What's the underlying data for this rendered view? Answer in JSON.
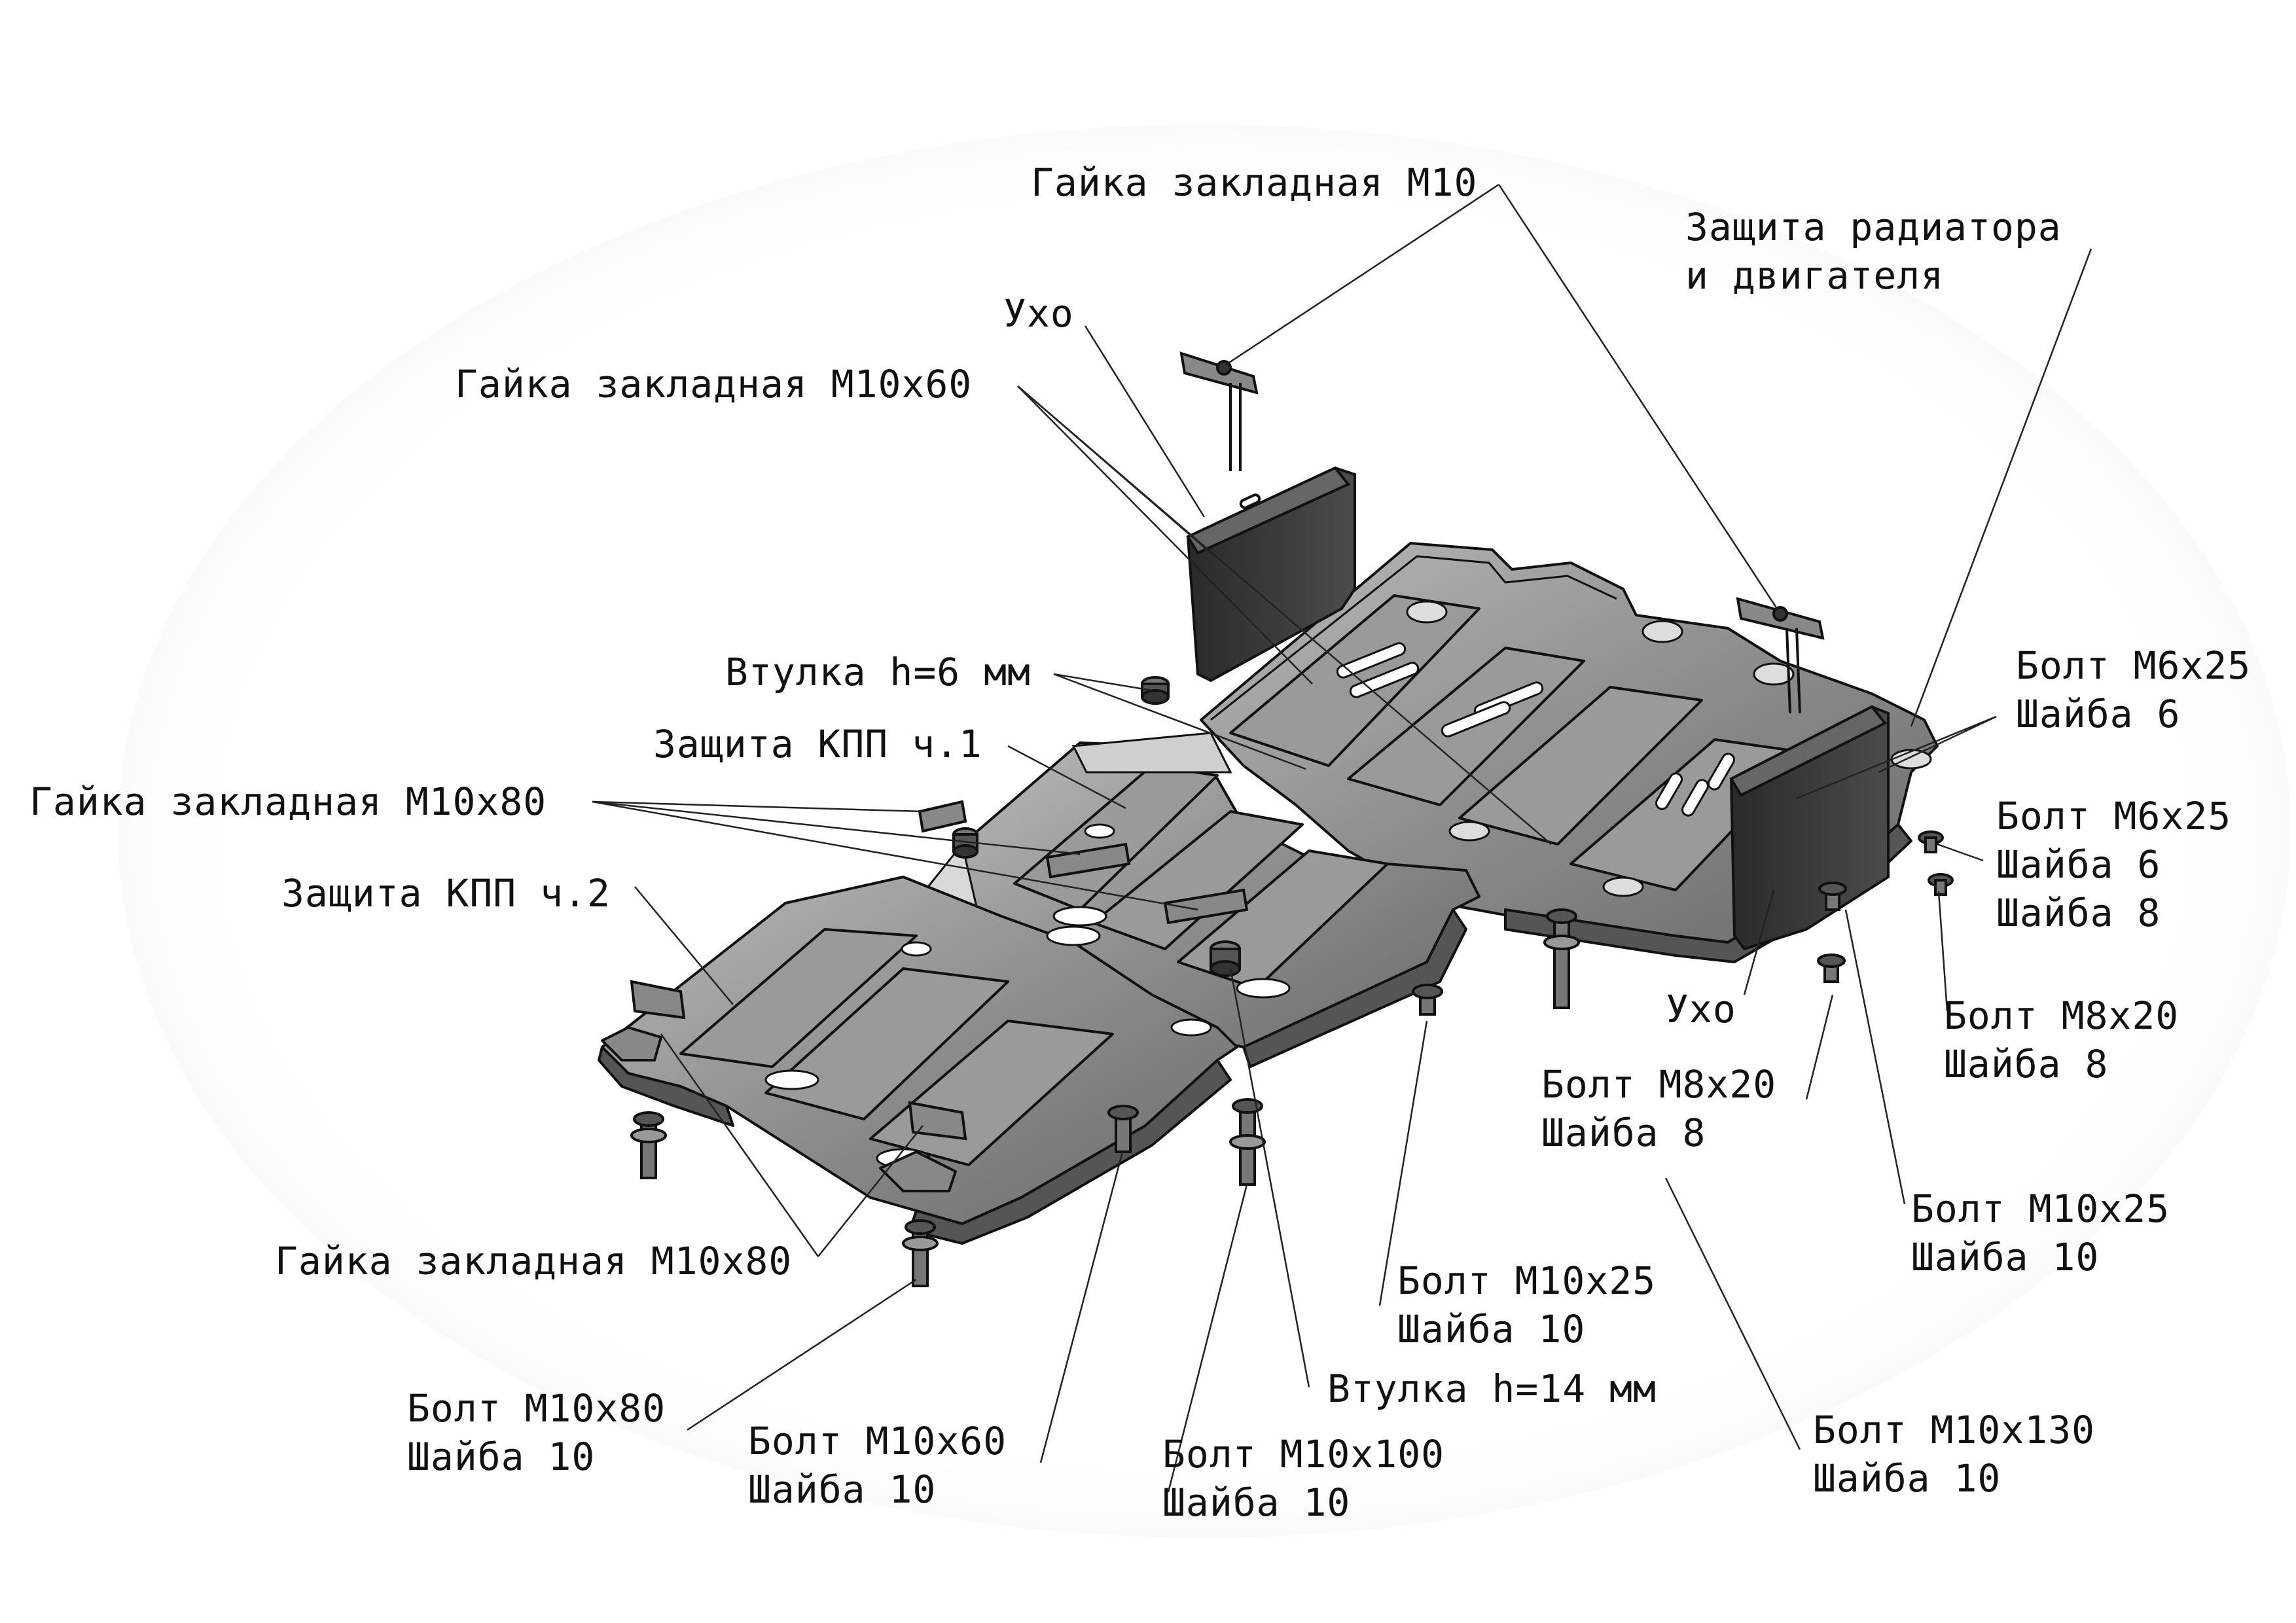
{
  "labels": {
    "embed_nut_m10": "Гайка закладная М10",
    "radiator_guard_1": "Защита радиатора",
    "radiator_guard_2": "и двигателя",
    "ear_top": "Ухо",
    "embed_nut_m10x60": "Гайка закладная М10х60",
    "bushing_6": "Втулка h=6 мм",
    "kpp_guard_1": "Защита КПП ч.1",
    "embed_nut_m10x80_top": "Гайка закладная М10х80",
    "kpp_guard_2": "Защита КПП ч.2",
    "bolt_m6x25_a": "Болт М6х25",
    "washer_6_a": "Шайба 6",
    "bolt_m6x25_b": "Болт М6х25",
    "washer_6_b": "Шайба 6",
    "washer_8_b": "Шайба 8",
    "bolt_m8x20_right": "Болт М8х20",
    "washer_8_right": "Шайба 8",
    "ear_bottom": "Ухо",
    "bolt_m8x20_mid": "Болт М8х20",
    "washer_8_mid": "Шайба 8",
    "bolt_m10x25_right": "Болт М10х25",
    "washer_10_right": "Шайба 10",
    "embed_nut_m10x80_bottom": "Гайка закладная М10х80",
    "bolt_m10x25_mid": "Болт М10х25",
    "washer_10_mid": "Шайба 10",
    "bushing_14": "Втулка h=14 мм",
    "bolt_m10x80": "Болт М10х80",
    "washer_10_a": "Шайба 10",
    "bolt_m10x60": "Болт М10х60",
    "washer_10_b": "Шайба 10",
    "bolt_m10x100": "Болт М10х100",
    "washer_10_c": "Шайба 10",
    "bolt_m10x130": "Болт М10х130",
    "washer_10_d": "Шайба 10"
  }
}
